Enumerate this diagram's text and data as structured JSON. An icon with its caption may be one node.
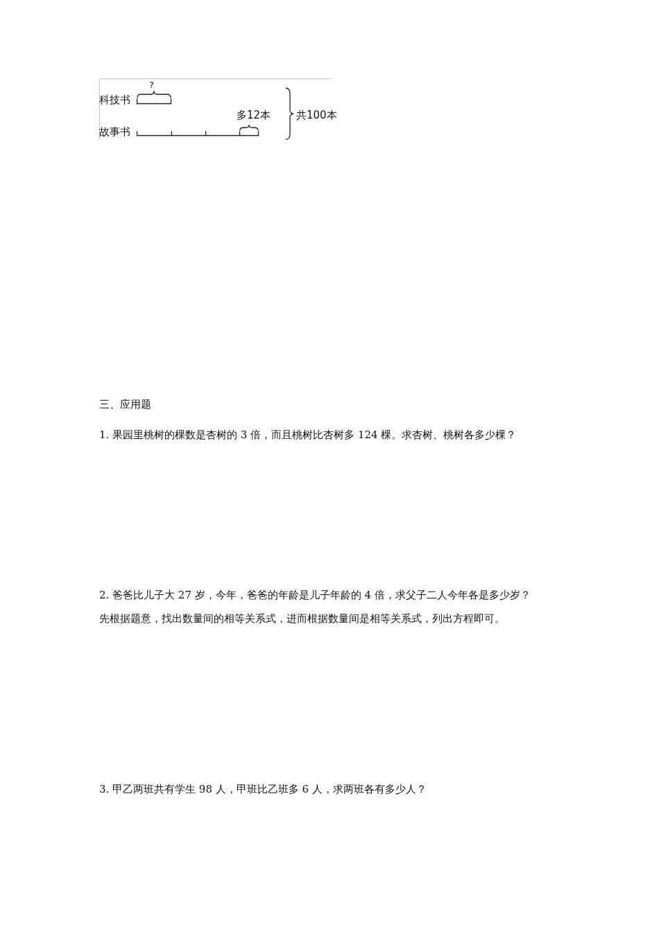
{
  "diagram": {
    "labels": [
      "?",
      "科技书",
      "多12本",
      "故事书",
      "共100本",
      "三、应用题",
      "1. 果园里桃树的棵数是杏树的 3 倍，而且桃树比杏树多 124 棵。求杏树、桃树各多少棵？",
      "2. 爸爸比儿子大 27 岁，今年，爸爸的年龄是儿子年龄的 4 倍，求父子二人今年各是多少岁？",
      "先根据题意，找出数量间的相等关系式，进而根据数量间是相等关系式，列出方程即可。",
      "3.  甲乙两班共有学生 98 人，甲班比乙班多 6 人，求两班各有多少人？"
    ]
  }
}
